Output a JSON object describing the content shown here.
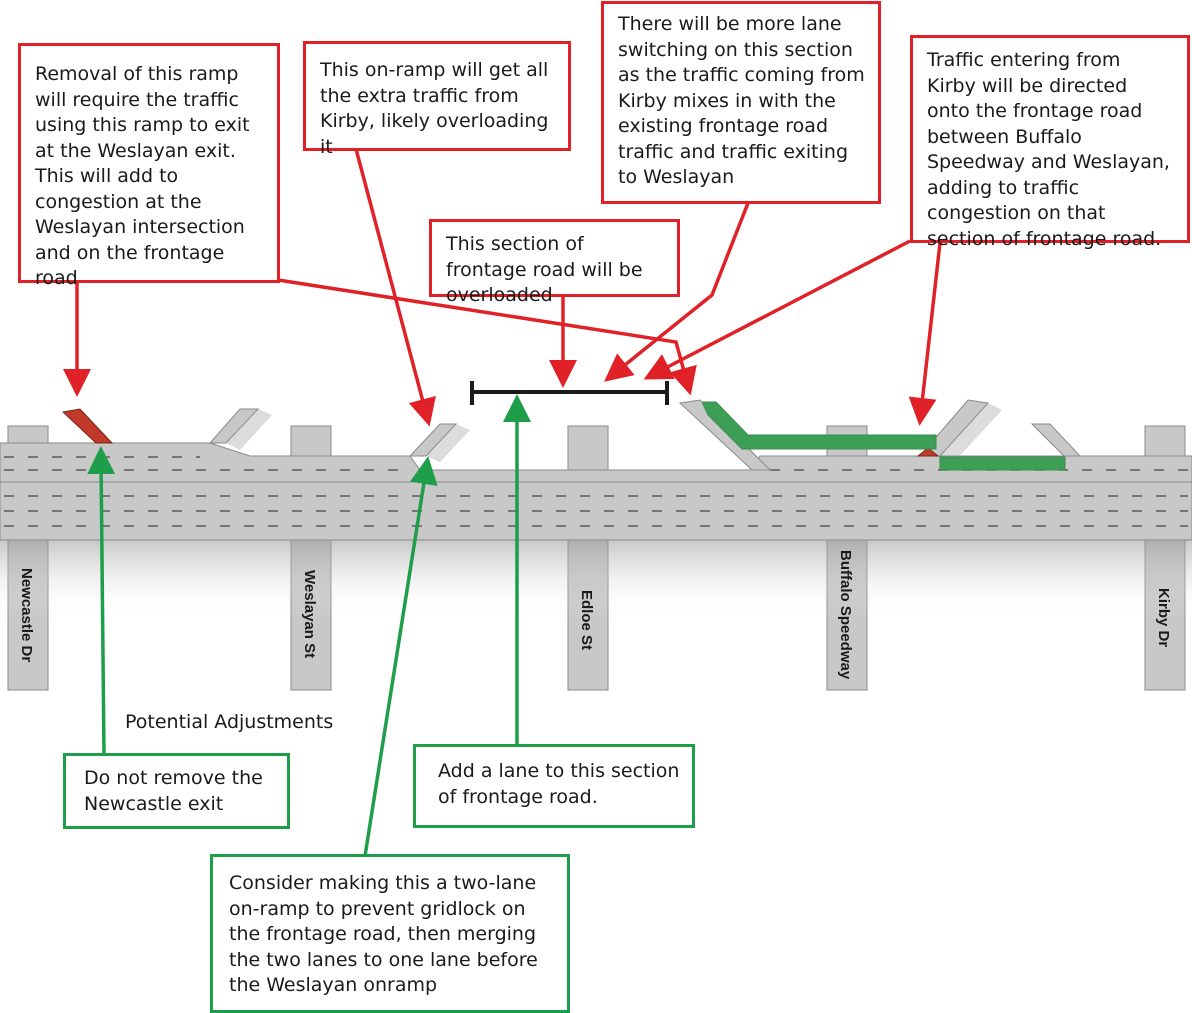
{
  "streets": [
    "Newcastle Dr",
    "Weslayan St",
    "Edloe St",
    "Buffalo Speedway",
    "Kirby Dr"
  ],
  "problems": {
    "ramp_removal": "Removal of this ramp will require the traffic using this ramp to exit at the Weslayan exit. This will add to congestion at the Weslayan intersection and on the frontage road",
    "onramp_overload": "This on-ramp will get all the extra traffic from Kirby, likely overloading it",
    "frontage_overloaded": "This section of frontage road will be overloaded",
    "lane_switching": "There will be more lane switching  on this section as the traffic coming from Kirby mixes in with the existing frontage road traffic and traffic exiting to Weslayan",
    "kirby_traffic": "Traffic entering from Kirby will be directed onto the frontage road between Buffalo Speedway and Weslayan, adding to traffic congestion on that section of frontage road."
  },
  "adjustments_heading": "Potential Adjustments",
  "adjustments": {
    "keep_newcastle": "Do not remove the Newcastle exit",
    "add_lane": "Add a lane to this section of frontage road.",
    "two_lane_onramp": "Consider making this a two-lane on-ramp to prevent gridlock on the frontage road, then merging the two lanes to one lane before the Weslayan onramp"
  },
  "colors": {
    "problem": "#e02127",
    "adjustment": "#1e9e4a",
    "road": "#c8c8c9",
    "removed_ramp": "#c0392b"
  }
}
